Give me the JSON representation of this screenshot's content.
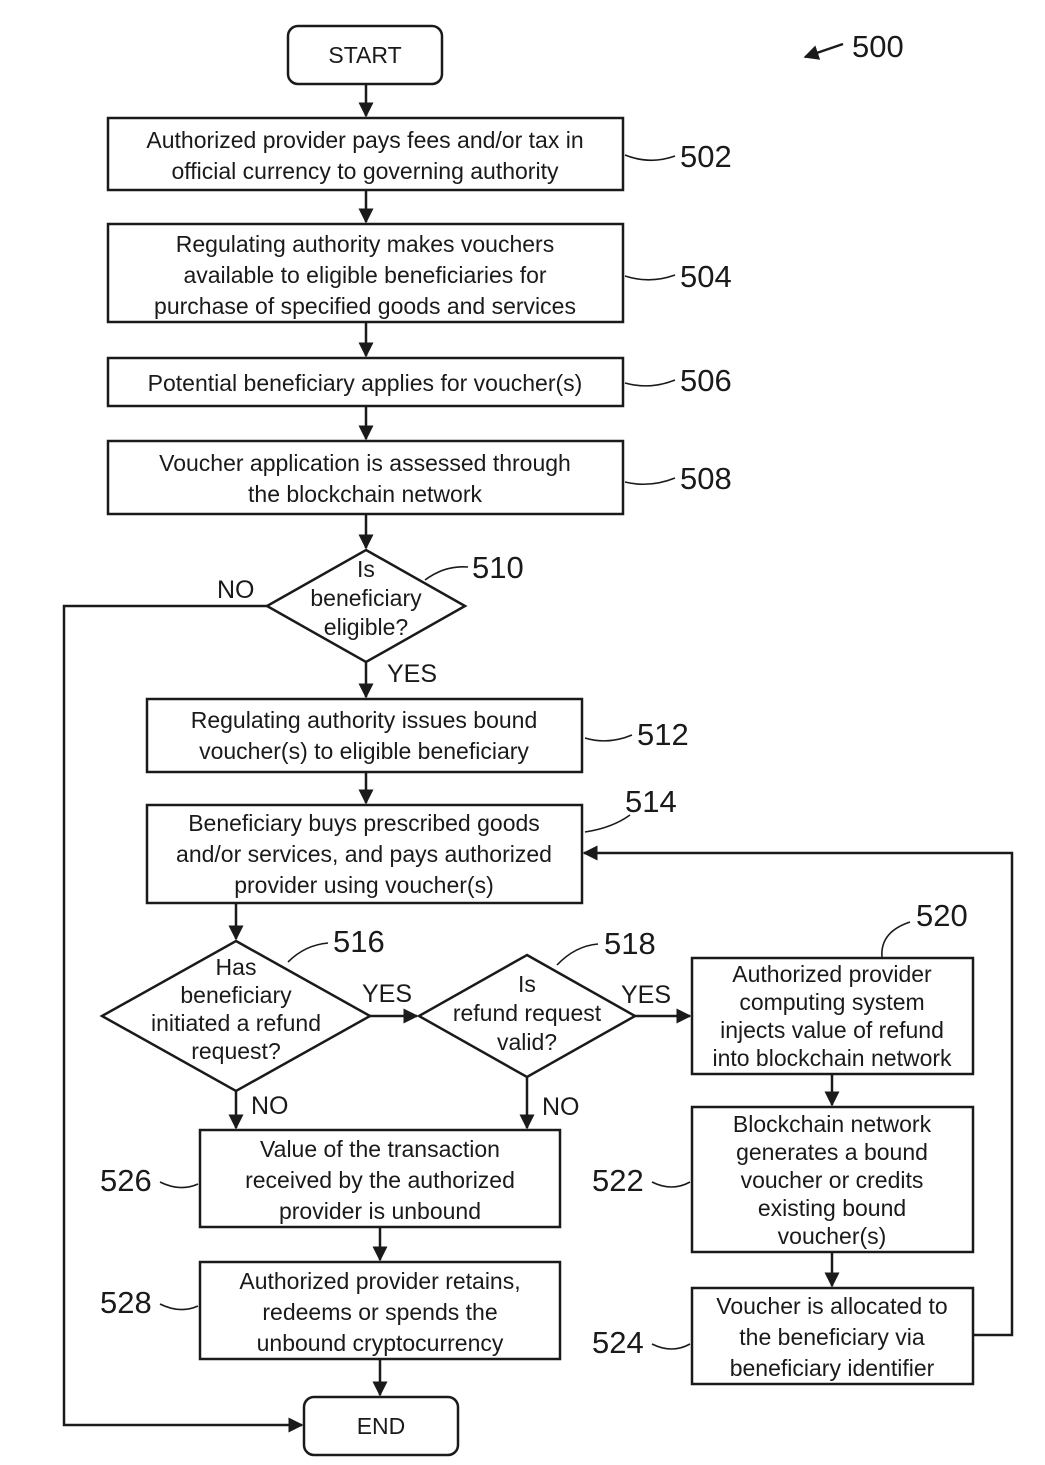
{
  "figure_number": "500",
  "terminals": {
    "start": "START",
    "end": "END"
  },
  "steps": {
    "s502": {
      "ref": "502",
      "lines": [
        "Authorized provider pays fees and/or tax in",
        "official currency to governing authority"
      ]
    },
    "s504": {
      "ref": "504",
      "lines": [
        "Regulating authority makes vouchers",
        "available to eligible beneficiaries for",
        "purchase of specified goods and services"
      ]
    },
    "s506": {
      "ref": "506",
      "lines": [
        "Potential beneficiary applies for voucher(s)"
      ]
    },
    "s508": {
      "ref": "508",
      "lines": [
        "Voucher application is assessed through",
        "the blockchain network"
      ]
    },
    "s512": {
      "ref": "512",
      "lines": [
        "Regulating authority issues bound",
        "voucher(s) to eligible beneficiary"
      ]
    },
    "s514": {
      "ref": "514",
      "lines": [
        "Beneficiary buys prescribed goods",
        "and/or services, and pays authorized",
        "provider using voucher(s)"
      ]
    },
    "s520": {
      "ref": "520",
      "lines": [
        "Authorized provider",
        "computing system",
        "injects value of refund",
        "into blockchain network"
      ]
    },
    "s522": {
      "ref": "522",
      "lines": [
        "Blockchain network",
        "generates a bound",
        "voucher or credits",
        "existing bound",
        "voucher(s)"
      ]
    },
    "s524": {
      "ref": "524",
      "lines": [
        "Voucher is allocated to",
        "the beneficiary via",
        "beneficiary identifier"
      ]
    },
    "s526": {
      "ref": "526",
      "lines": [
        "Value of the transaction",
        "received by the authorized",
        "provider is unbound"
      ]
    },
    "s528": {
      "ref": "528",
      "lines": [
        "Authorized provider retains,",
        "redeems or spends the",
        "unbound cryptocurrency"
      ]
    }
  },
  "decisions": {
    "d510": {
      "ref": "510",
      "lines": [
        "Is",
        "beneficiary",
        "eligible?"
      ]
    },
    "d516": {
      "ref": "516",
      "lines": [
        "Has",
        "beneficiary",
        "initiated a refund",
        "request?"
      ]
    },
    "d518": {
      "ref": "518",
      "lines": [
        "Is",
        "refund request",
        "valid?"
      ]
    }
  },
  "branch_labels": {
    "d510_no": "NO",
    "d510_yes": "YES",
    "d516_yes": "YES",
    "d516_no": "NO",
    "d518_yes": "YES",
    "d518_no": "NO"
  }
}
